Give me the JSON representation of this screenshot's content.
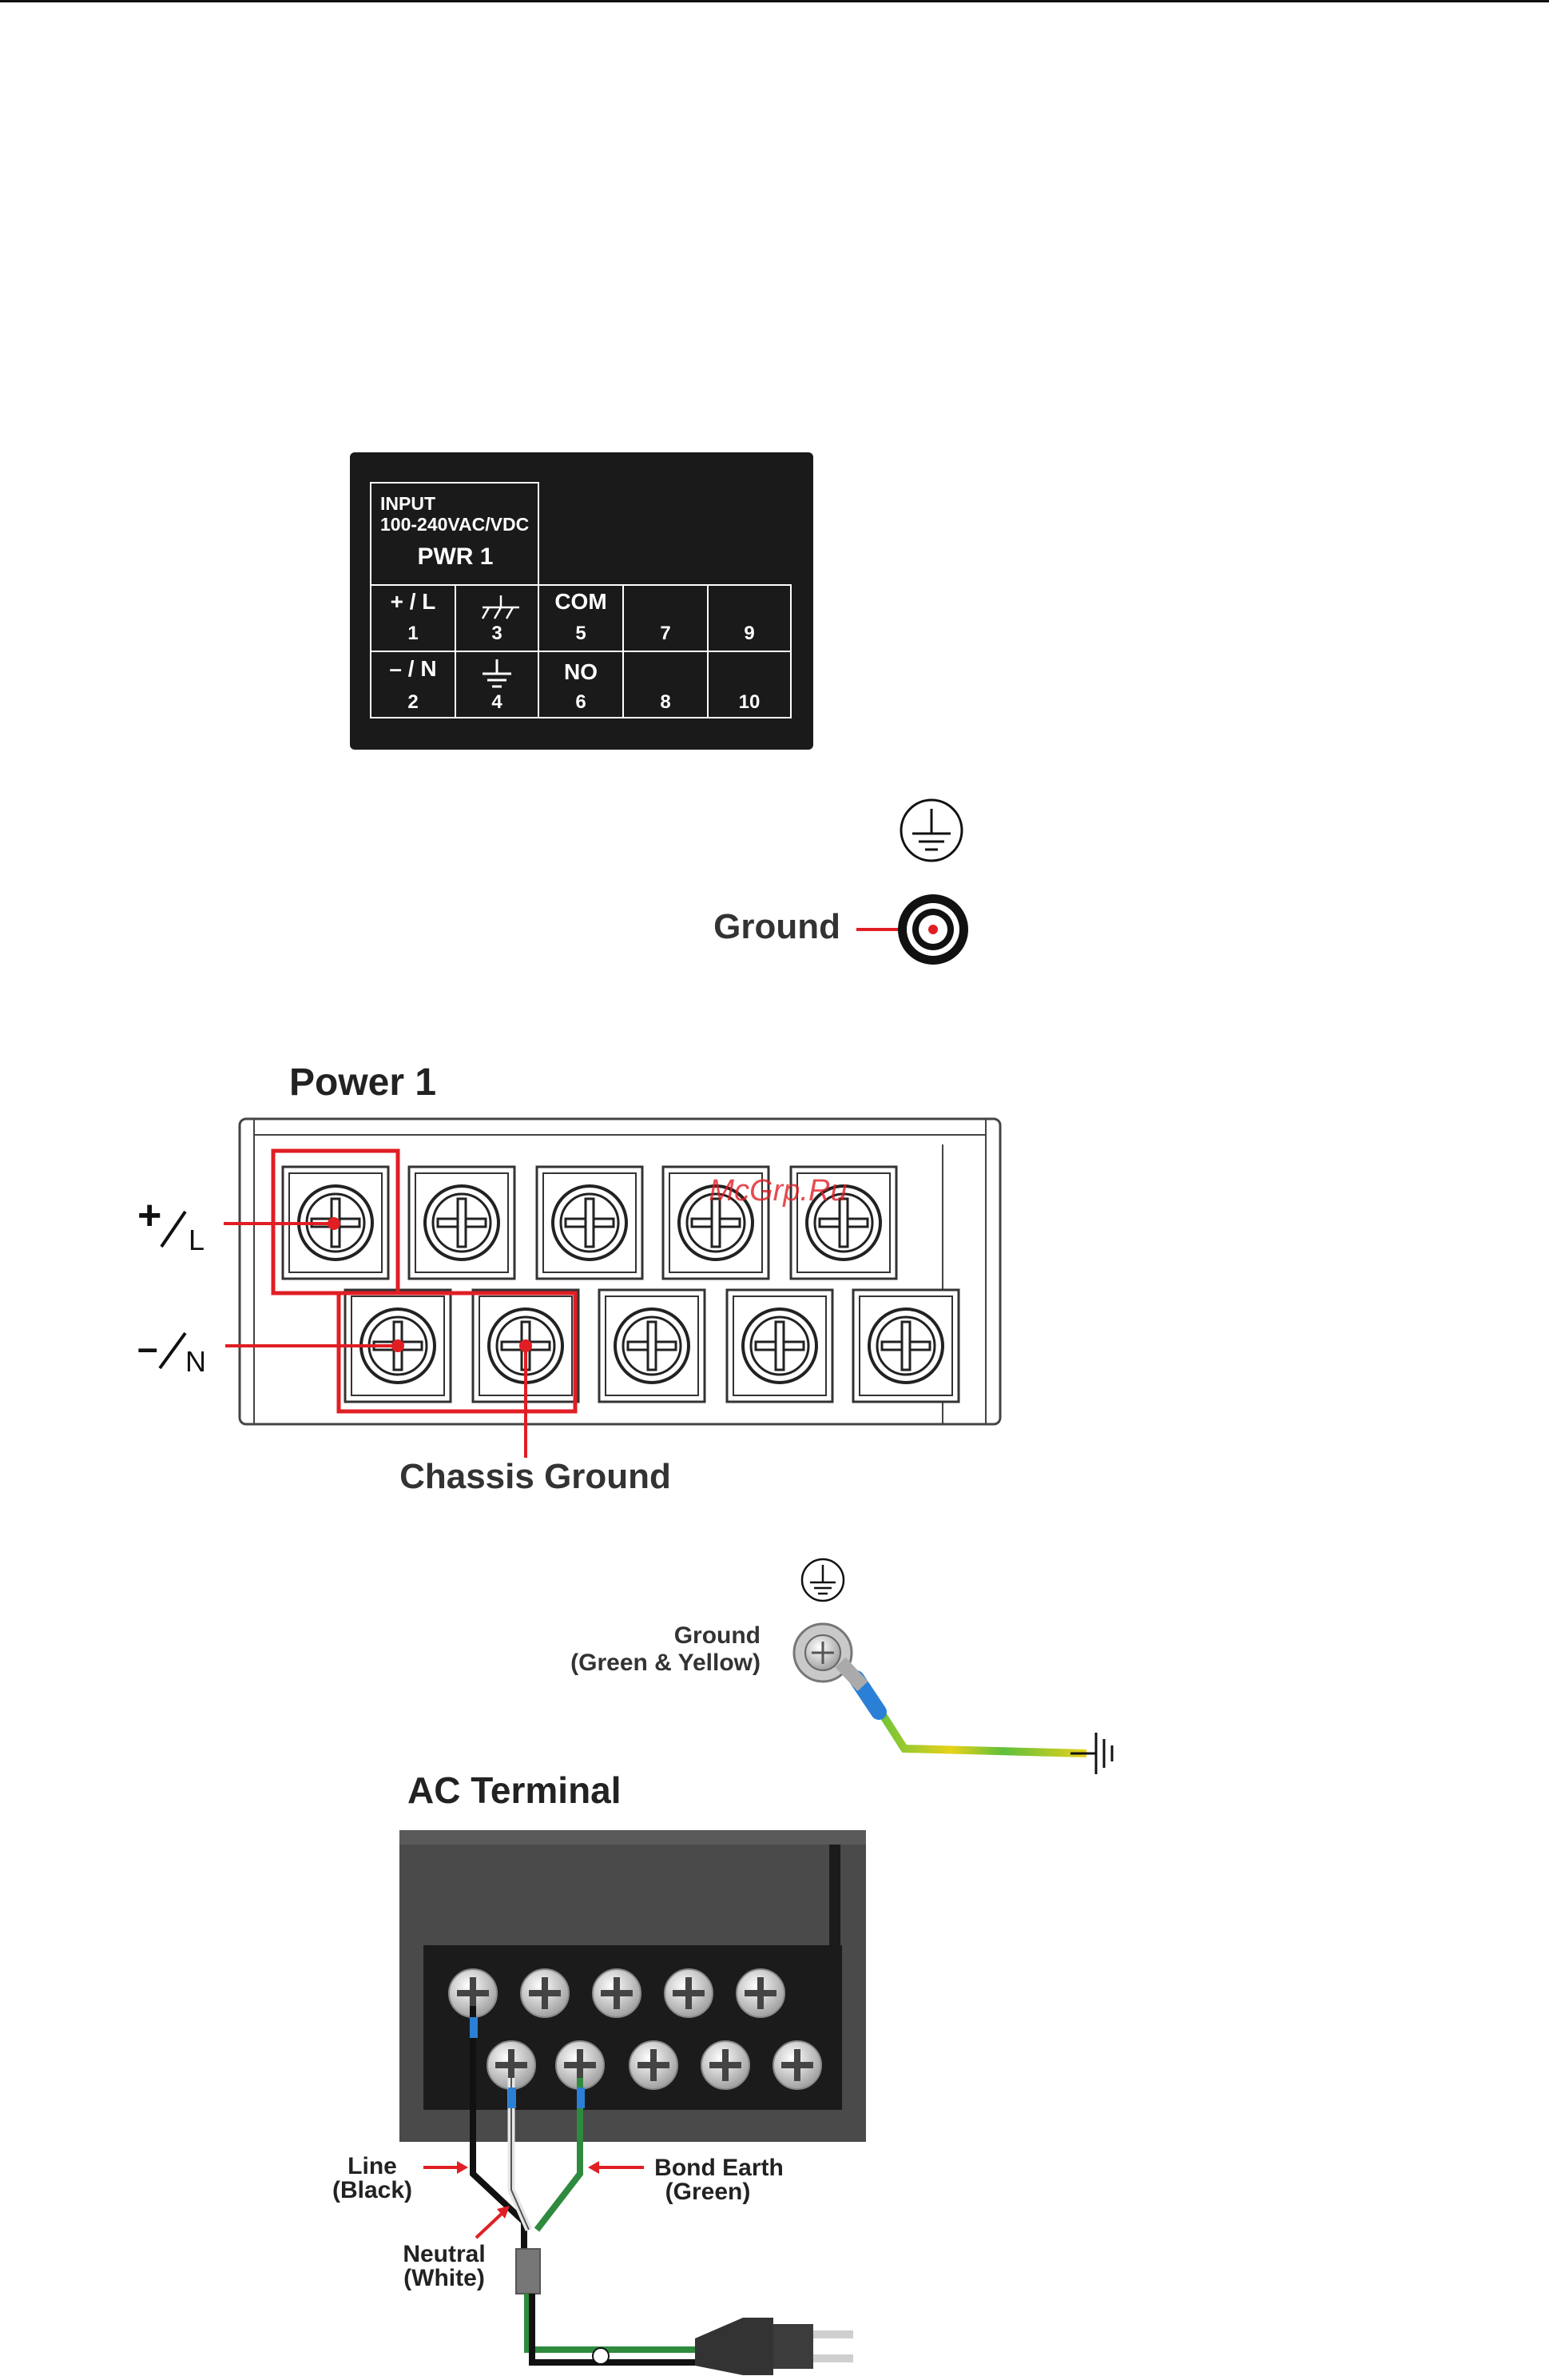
{
  "label_panel": {
    "input_line1": "INPUT",
    "input_line2": "100-240VAC/VDC",
    "pwr": "PWR 1",
    "top_row": [
      {
        "name": "+ / L",
        "num": "1"
      },
      {
        "name": "",
        "num": "3"
      },
      {
        "name": "COM",
        "num": "5"
      },
      {
        "name": "",
        "num": "7"
      },
      {
        "name": "",
        "num": "9"
      }
    ],
    "bottom_row": [
      {
        "name": "– / N",
        "num": "2"
      },
      {
        "name": "",
        "num": "4"
      },
      {
        "name": "NO",
        "num": "6"
      },
      {
        "name": "",
        "num": "8"
      },
      {
        "name": "",
        "num": "10"
      }
    ]
  },
  "ground_section": {
    "label": "Ground"
  },
  "power_section": {
    "title": "Power 1",
    "plus_symbol": "+",
    "plus_sub": "L",
    "minus_symbol": "–",
    "minus_sub": "N",
    "chassis_label": "Chassis Ground",
    "watermark": "McGrp.Ru"
  },
  "ground_wire": {
    "label_line1": "Ground",
    "label_line2": "(Green & Yellow)"
  },
  "ac_terminal": {
    "title": "AC Terminal",
    "line_label1": "Line",
    "line_label2": "(Black)",
    "bond_label1": "Bond Earth",
    "bond_label2": "(Green)",
    "neutral_label1": "Neutral",
    "neutral_label2": "(White)"
  },
  "colors": {
    "accent_red": "#e01e24",
    "panel_black": "#1a1a1a",
    "terminal_gray": "#4a4a4a",
    "wire_green": "#2e8b3e",
    "wire_blue": "#2b7fd6",
    "wire_yellow": "#e8d21a"
  }
}
